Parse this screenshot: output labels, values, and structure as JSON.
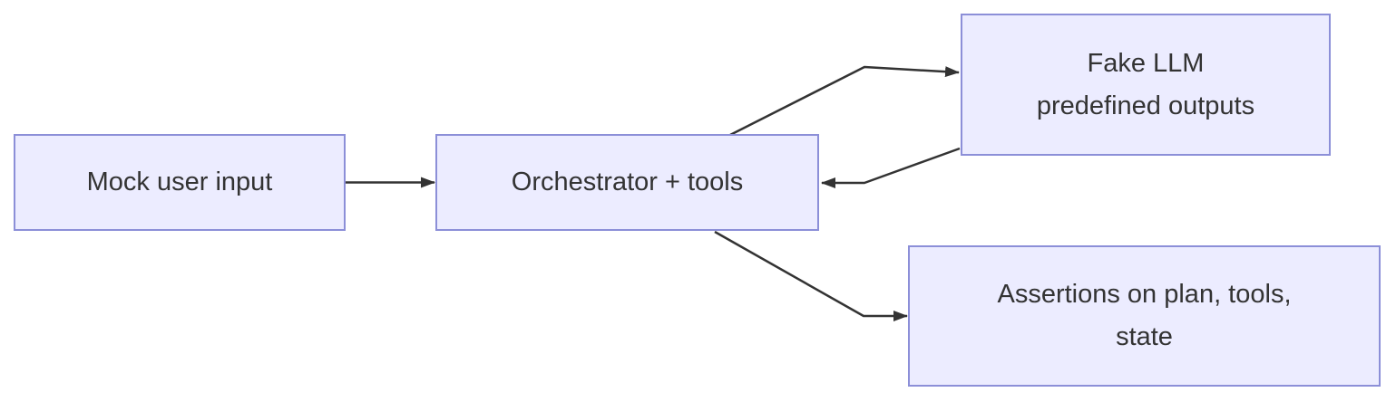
{
  "diagram": {
    "type": "flowchart",
    "direction": "left-to-right",
    "nodes": {
      "mock_user_input": {
        "label": "Mock user input"
      },
      "orchestrator": {
        "label": "Orchestrator + tools"
      },
      "fake_llm": {
        "lines": [
          "Fake LLM",
          "predefined outputs"
        ]
      },
      "assertions": {
        "lines": [
          "Assertions on plan, tools,",
          "state"
        ]
      }
    },
    "edges": [
      {
        "from": "mock_user_input",
        "to": "orchestrator"
      },
      {
        "from": "orchestrator",
        "to": "fake_llm"
      },
      {
        "from": "fake_llm",
        "to": "orchestrator"
      },
      {
        "from": "orchestrator",
        "to": "assertions"
      }
    ],
    "colors": {
      "node_fill": "#ECECFF",
      "node_border": "#8C8FD8",
      "edge": "#333333",
      "text": "#333333",
      "background": "#FFFFFF"
    }
  }
}
